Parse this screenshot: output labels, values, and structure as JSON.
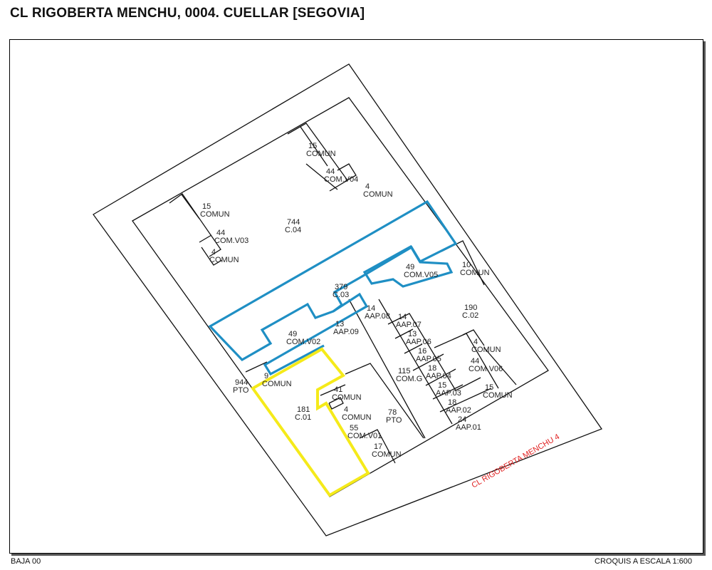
{
  "title": "CL RIGOBERTA MENCHU, 0004. CUELLAR [SEGOVIA]",
  "footer": {
    "floor": "BAJA 00",
    "scale": "CROQUIS A ESCALA 1:600"
  },
  "street_label": "CL RIGOBERTA MENCHU 4",
  "colors": {
    "highlight_blue": "#1f8fc4",
    "highlight_yellow": "#f5ea1a",
    "street": "#e02020"
  },
  "units": [
    {
      "area": "15",
      "name": "COMUN"
    },
    {
      "area": "44",
      "name": "COM.V04"
    },
    {
      "area": "4",
      "name": "COMUN"
    },
    {
      "area": "15",
      "name": "COMUN"
    },
    {
      "area": "44",
      "name": "COM.V03"
    },
    {
      "area": "4",
      "name": "COMUN"
    },
    {
      "area": "744",
      "name": "C.04"
    },
    {
      "area": "49",
      "name": "COM.V05"
    },
    {
      "area": "10",
      "name": "COMUN"
    },
    {
      "area": "379",
      "name": "C.03"
    },
    {
      "area": "14",
      "name": "AAP.08"
    },
    {
      "area": "13",
      "name": "AAP.09"
    },
    {
      "area": "190",
      "name": "C.02"
    },
    {
      "area": "14",
      "name": "AAP.07"
    },
    {
      "area": "13",
      "name": "AAP.06"
    },
    {
      "area": "16",
      "name": "AAP.05"
    },
    {
      "area": "49",
      "name": "COM.V02"
    },
    {
      "area": "4",
      "name": "COMUN"
    },
    {
      "area": "18",
      "name": "AAP.04"
    },
    {
      "area": "44",
      "name": "COM.V06"
    },
    {
      "area": "115",
      "name": "COM.G"
    },
    {
      "area": "15",
      "name": "AAP.03"
    },
    {
      "area": "9",
      "name": "COMUN"
    },
    {
      "area": "944",
      "name": "PTO"
    },
    {
      "area": "18",
      "name": "AAP.02"
    },
    {
      "area": "15",
      "name": "COMUN"
    },
    {
      "area": "41",
      "name": "COMUN"
    },
    {
      "area": "4",
      "name": "COMUN"
    },
    {
      "area": "24",
      "name": "AAP.01"
    },
    {
      "area": "181",
      "name": "C.01"
    },
    {
      "area": "78",
      "name": "PTO"
    },
    {
      "area": "55",
      "name": "COM.V01"
    },
    {
      "area": "17",
      "name": "COMUN"
    }
  ]
}
